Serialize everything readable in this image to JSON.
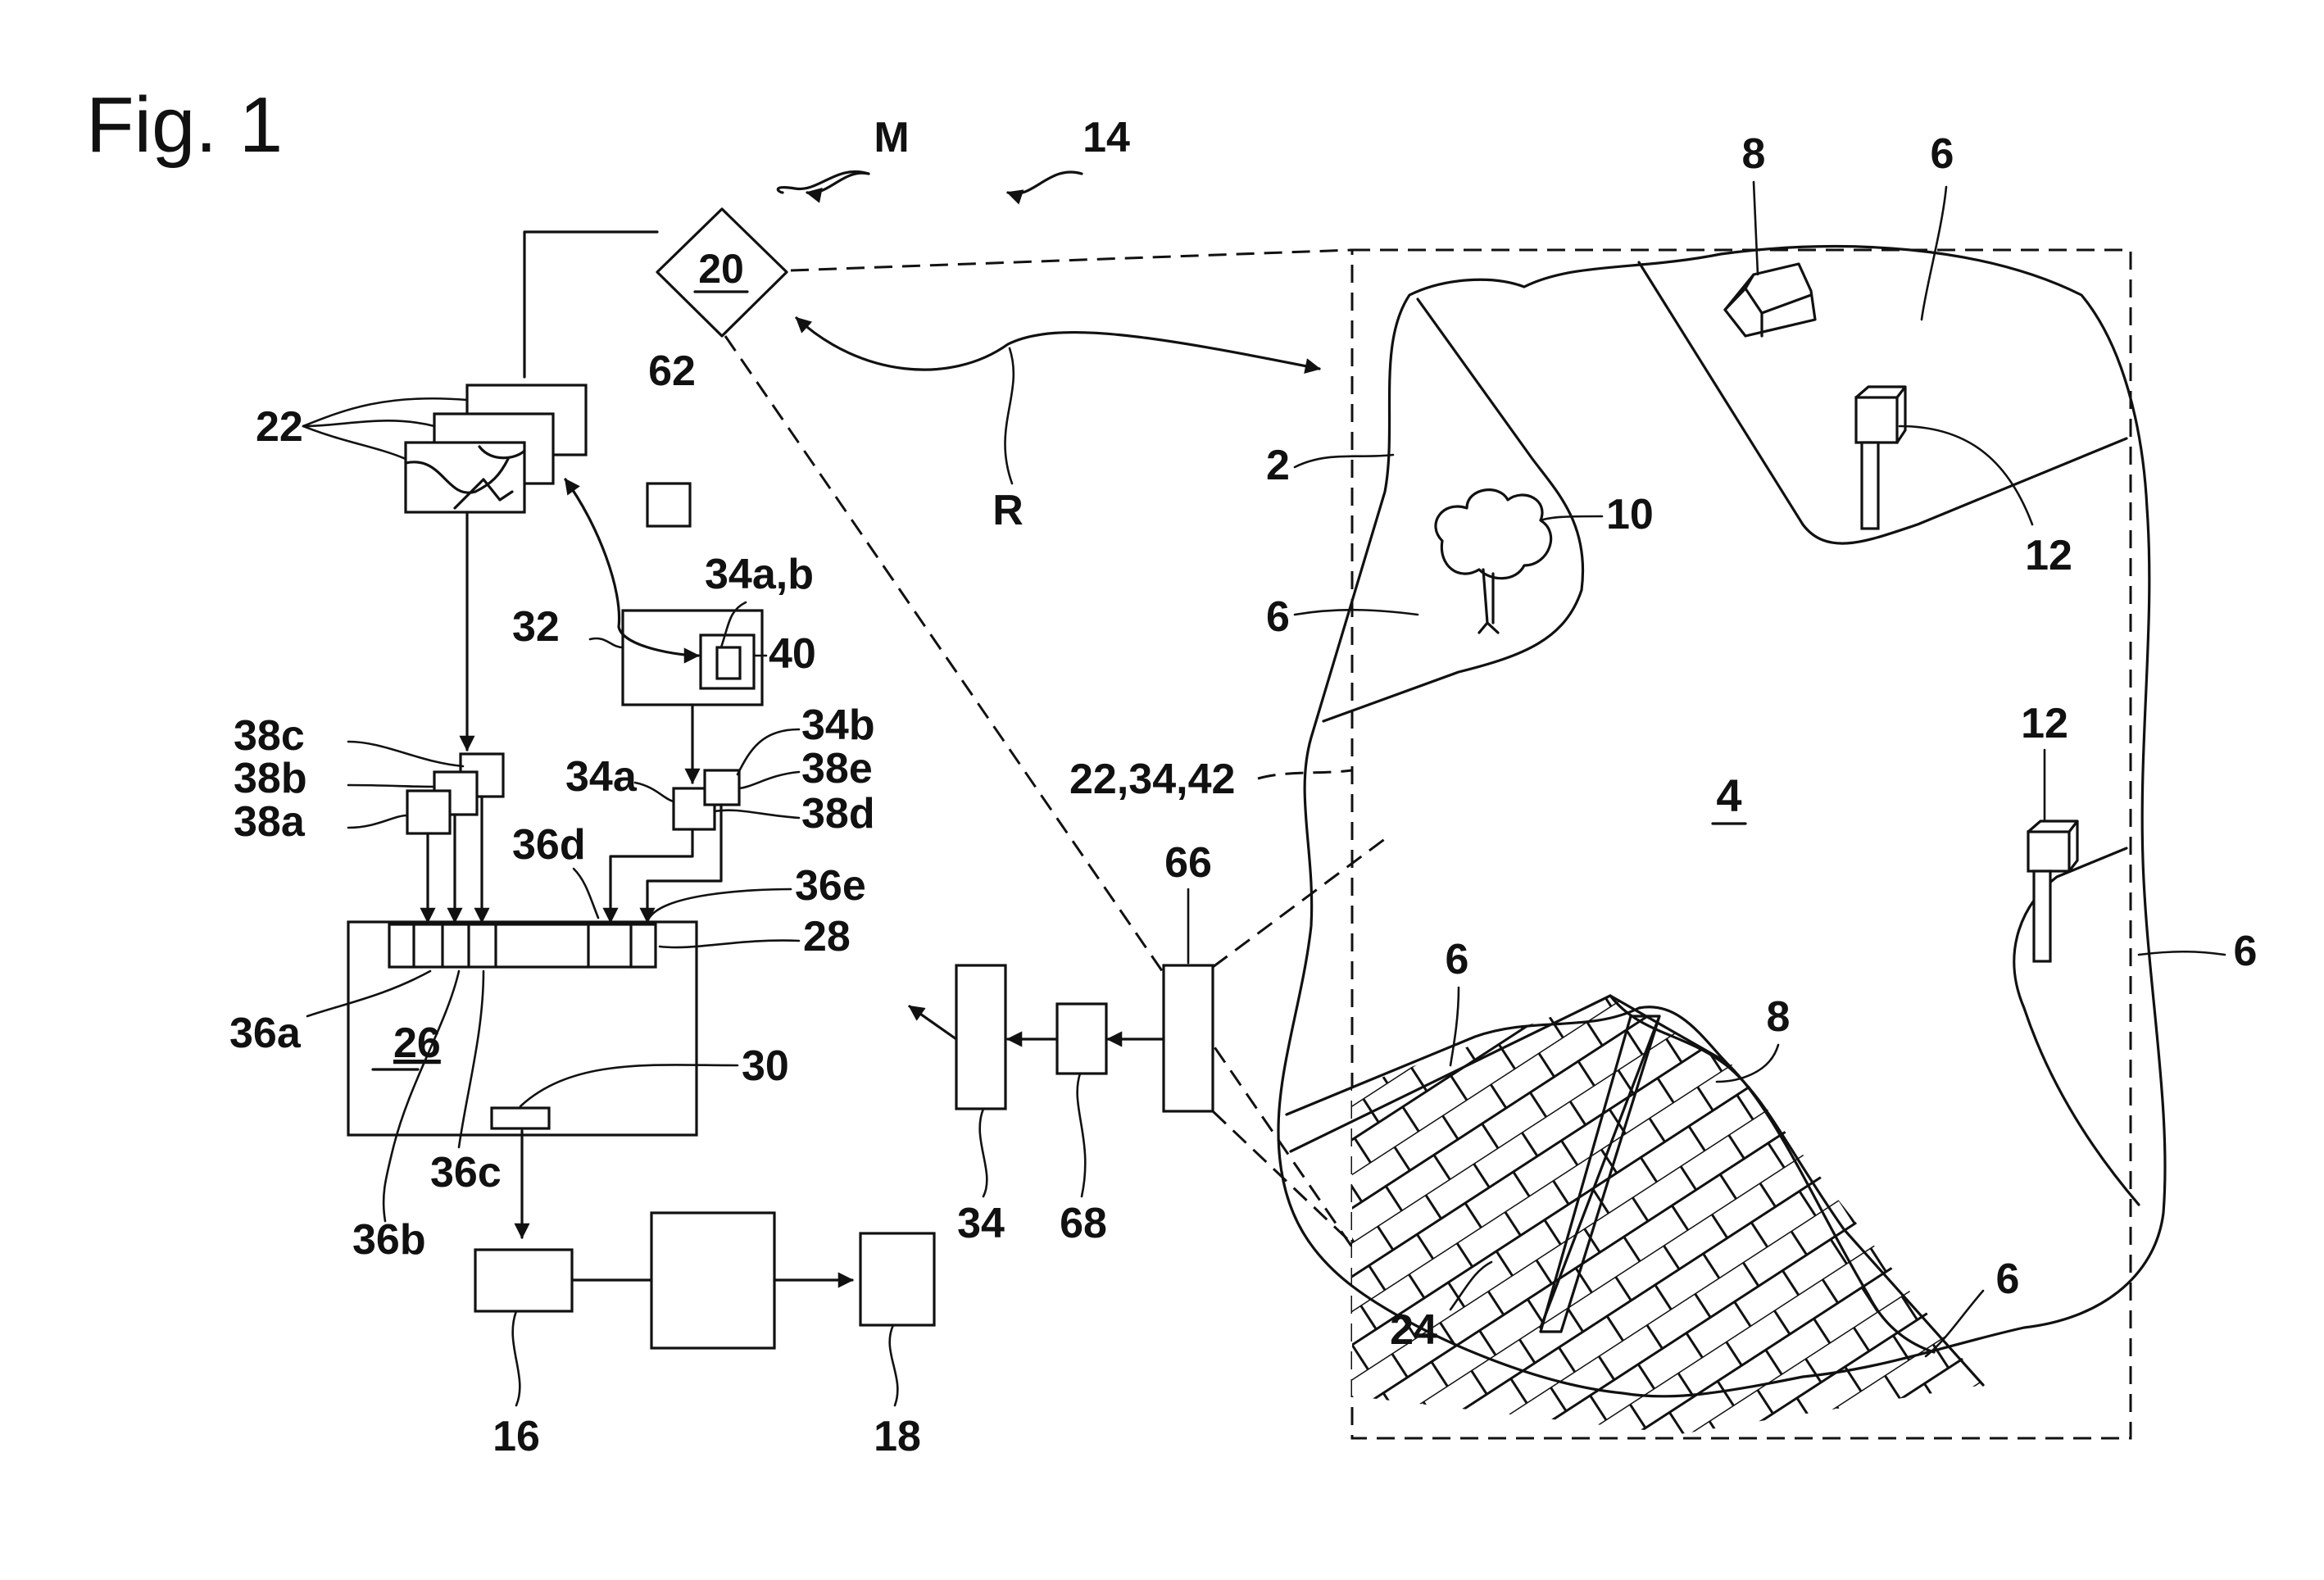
{
  "figure": {
    "title": "Fig. 1",
    "labels": {
      "l_M": "M",
      "l_14": "14",
      "l_20": "20",
      "l_22": "22",
      "l_62": "62",
      "l_R": "R",
      "l_32": "32",
      "l_34ab": "34a,b",
      "l_40": "40",
      "l_38c": "38c",
      "l_38b": "38b",
      "l_38a": "38a",
      "l_34a": "34a",
      "l_34b": "34b",
      "l_38e": "38e",
      "l_38d": "38d",
      "l_36d": "36d",
      "l_36e": "36e",
      "l_28": "28",
      "l_36a": "36a",
      "l_26": "26",
      "l_30": "30",
      "l_36c": "36c",
      "l_36b": "36b",
      "l_16": "16",
      "l_18": "18",
      "l_34": "34",
      "l_68": "68",
      "l_66": "66",
      "l_8a": "8",
      "l_6a": "6",
      "l_2": "2",
      "l_10": "10",
      "l_12a": "12",
      "l_6b": "6",
      "l_223442": "22,34,42",
      "l_4": "4",
      "l_12b": "12",
      "l_6c": "6",
      "l_6d": "6",
      "l_8b": "8",
      "l_24": "24",
      "l_6e": "6"
    }
  }
}
